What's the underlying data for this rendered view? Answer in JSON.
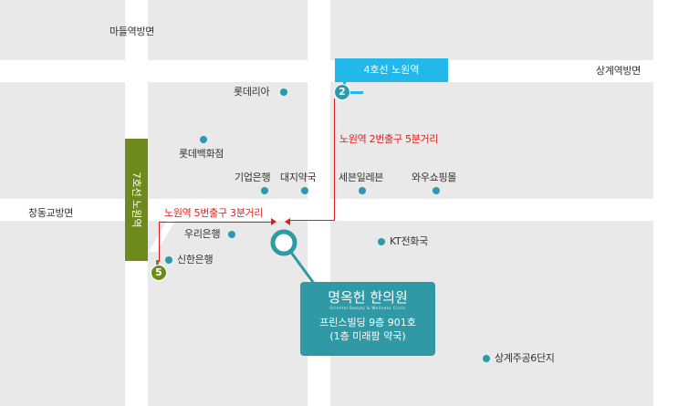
{
  "map": {
    "areas": {
      "top_left": "마들역방면",
      "top_right": "상계역방면",
      "left": "창동교방면"
    },
    "subway_line4": {
      "label": "4호선 노원역",
      "exit_number": "2",
      "color": "#22b8ea",
      "exit_color": "#2a9aad"
    },
    "subway_line7": {
      "label": "7호선 노원역",
      "exit_number": "5",
      "color": "#6f8a1c"
    },
    "route_exit2": "노원역 2번출구 5분거리",
    "route_exit5": "노원역 5번출구 3분거리",
    "landmarks": {
      "lotteria": "롯데리아",
      "lotte_dept": "롯데백화점",
      "ibk": "기업은행",
      "daeji": "대지약국",
      "seven": "세븐일레븐",
      "wow": "와우쇼핑몰",
      "woori": "우리은행",
      "shinhan": "신한은행",
      "kt": "KT전화국",
      "apt": "상계주공6단지"
    },
    "hospital": {
      "name": "명옥헌 한의원",
      "subtitle": "Oriental Beauty & Wellness Clinic",
      "address_line1": "프린스빌딩 9층 901호",
      "address_line2": "(1층 미래팜 약국)"
    },
    "colors": {
      "route": "#e01d1d",
      "marker": "#2f9aa6",
      "road": "#ffffff",
      "block": "#e9e9e9"
    }
  }
}
